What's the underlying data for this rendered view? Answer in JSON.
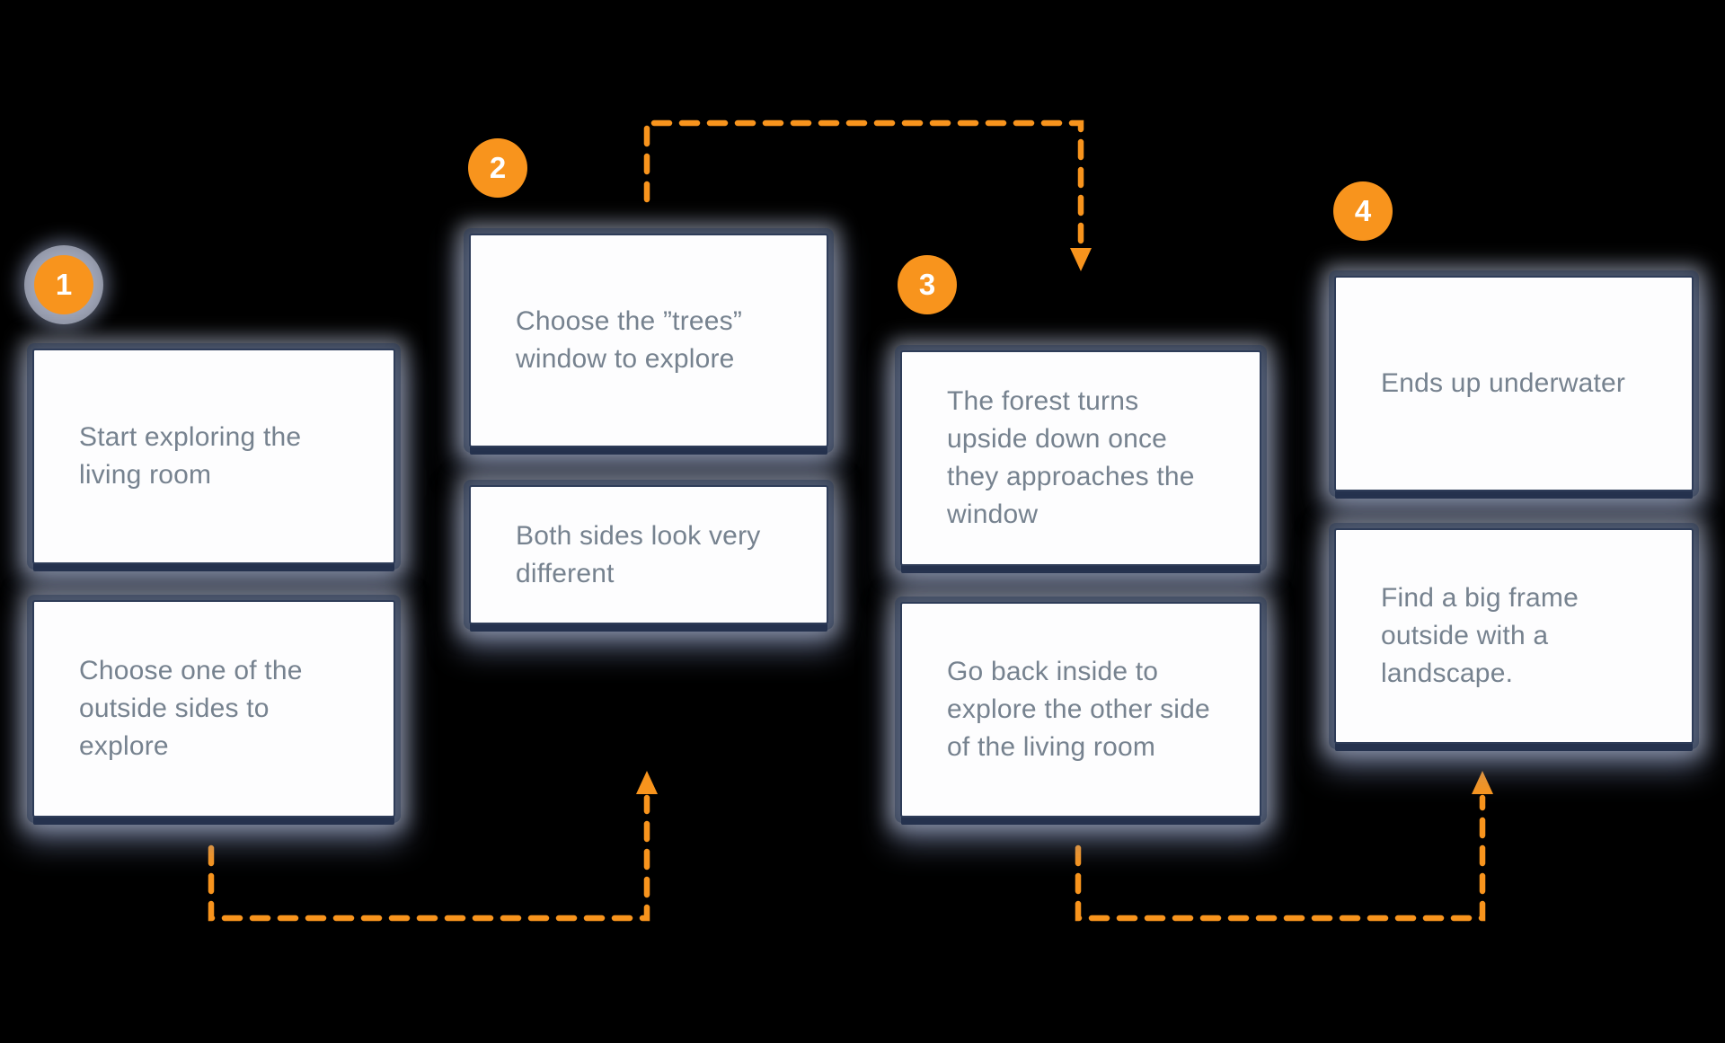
{
  "palette": {
    "background": "#000000",
    "accent_orange": "#F8941D",
    "card_bg": "#FDFDFE",
    "card_border": "#2E3C58",
    "card_shadow": "#25324E",
    "text": "#76828F",
    "badge_text": "#FFFFFF"
  },
  "steps": [
    {
      "number": "1",
      "cards": [
        {
          "text": "Start exploring the\nliving room"
        },
        {
          "text": "Choose one of the\noutside sides to\nexplore"
        }
      ]
    },
    {
      "number": "2",
      "cards": [
        {
          "text": "Choose the ”trees”\nwindow to explore"
        },
        {
          "text": "Both sides look very\ndifferent"
        }
      ]
    },
    {
      "number": "3",
      "cards": [
        {
          "text": "The forest turns\nupside down once\nthey approaches the\nwindow"
        },
        {
          "text": "Go back inside to\nexplore the other side\nof the living room"
        }
      ]
    },
    {
      "number": "4",
      "cards": [
        {
          "text": "Ends up underwater"
        },
        {
          "text": "Find a big frame\noutside with a\nlandscape."
        }
      ]
    }
  ]
}
